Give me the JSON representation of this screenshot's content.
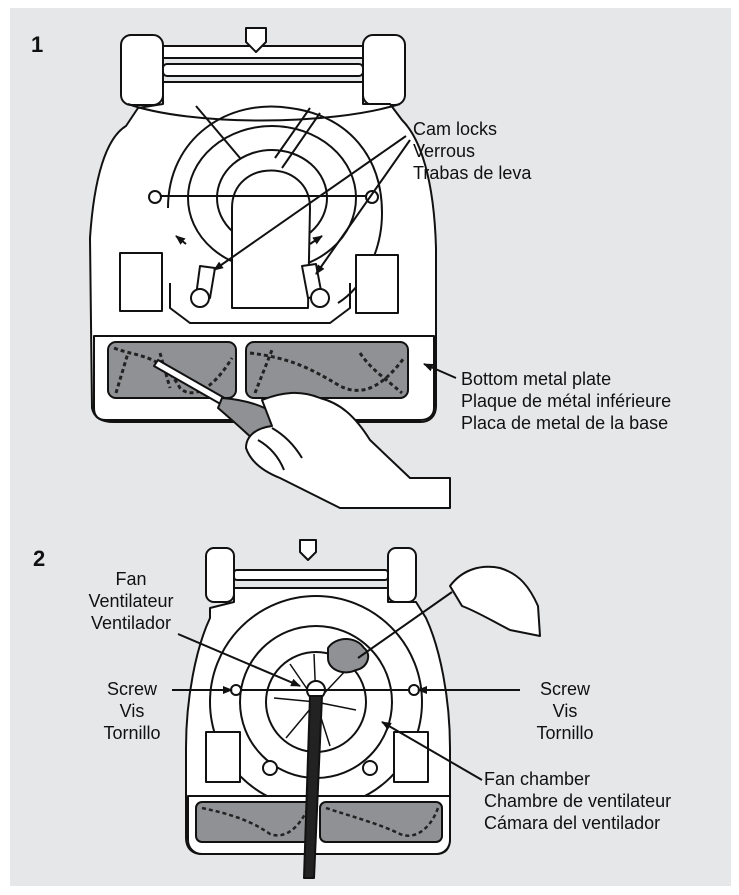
{
  "steps": {
    "one": "1",
    "two": "2"
  },
  "figure1": {
    "cam_locks": {
      "en": "Cam locks",
      "fr": "Verrous",
      "es": "Trabas de leva"
    },
    "bottom_plate": {
      "en": "Bottom metal plate",
      "fr": "Plaque de métal inférieure",
      "es": "Placa de metal de la base"
    }
  },
  "figure2": {
    "fan": {
      "en": "Fan",
      "fr": "Ventilateur",
      "es": "Ventilador"
    },
    "screw_left": {
      "en": "Screw",
      "fr": "Vis",
      "es": "Tornillo"
    },
    "screw_right": {
      "en": "Screw",
      "fr": "Vis",
      "es": "Tornillo"
    },
    "fan_chamber": {
      "en": "Fan chamber",
      "fr": "Chambre de ventilateur",
      "es": "Cámara del ventilador"
    }
  },
  "colors": {
    "panel": "#e6e7e8",
    "ink": "#111111",
    "brush": "#8f9194",
    "part": "#ffffff"
  }
}
